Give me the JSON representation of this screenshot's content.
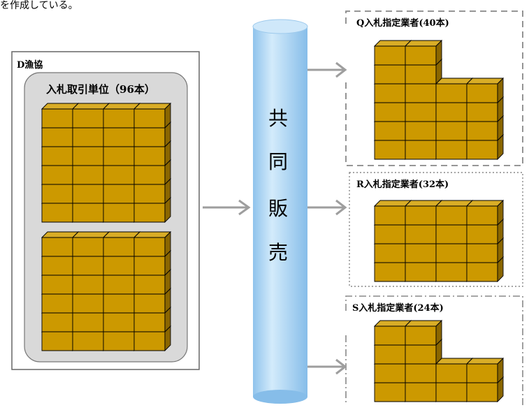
{
  "top_fragment": "を作成している。",
  "left_box": {
    "title": "D漁協",
    "inner_title": "入札取引単位（96本）"
  },
  "pillar": {
    "chars": [
      "共",
      "同",
      "販",
      "売"
    ]
  },
  "buyers": [
    {
      "label": "Q入札指定業者(40本)"
    },
    {
      "label": "R入札指定業者(32本)"
    },
    {
      "label": "S入札指定業者(24本)"
    }
  ],
  "colors": {
    "box_face": "#cc9900",
    "box_top": "#d9ad26",
    "box_side": "#8a6600",
    "box_edge": "#000000",
    "inner_bg": "#d9d9d9",
    "pillar": "#aed6f4",
    "arrow": "#9e9e9e"
  }
}
